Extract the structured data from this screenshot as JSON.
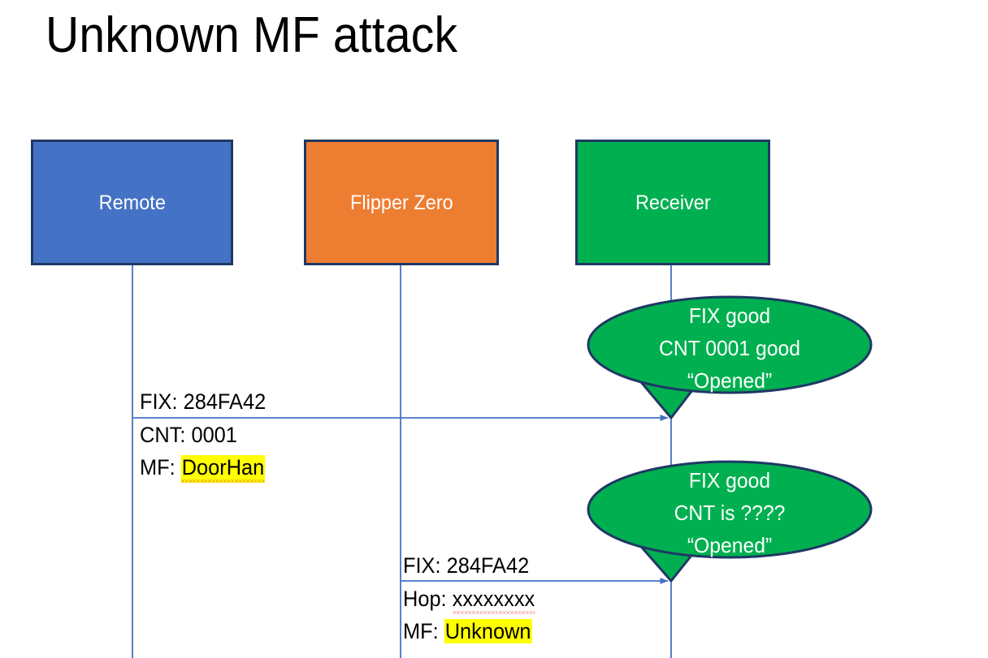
{
  "slide": {
    "title": "Unknown MF attack",
    "background": "#FFFFFF"
  },
  "colors": {
    "remote_fill": "#4472C4",
    "flipper_fill": "#ED7D31",
    "receiver_fill": "#00B050",
    "box_border": "#1F3864",
    "lifeline": "#4472C4",
    "arrow": "#4472C4",
    "highlight": "#FFFF00",
    "spellcheck_underline": "#E03A2F",
    "box_label_text": "#FFFFFF",
    "message_text": "#000000"
  },
  "actors": [
    {
      "id": "remote",
      "label": "Remote",
      "fill": "#4472C4"
    },
    {
      "id": "flipper",
      "label": "Flipper Zero",
      "fill": "#ED7D31"
    },
    {
      "id": "receiver",
      "label": "Receiver",
      "fill": "#00B050"
    }
  ],
  "messages": [
    {
      "id": "message-1",
      "from": "Remote",
      "to": "Receiver",
      "label_above": "FIX: 284FA42",
      "label_below_line1_prefix": "CNT: ",
      "label_below_line1_value": "0001",
      "label_below_line2_prefix": "MF: ",
      "label_below_line2_value": "DoorHan",
      "label_below_line2_highlighted": "yes"
    },
    {
      "id": "message-2",
      "from": "Flipper Zero",
      "to": "Receiver",
      "label_above": "FIX: 284FA42",
      "label_below_line1_prefix": "Hop: ",
      "label_below_line1_value": "xxxxxxxx",
      "label_below_line2_prefix": "MF: ",
      "label_below_line2_value": "Unknown",
      "label_below_line2_highlighted": "yes"
    }
  ],
  "bubbles": [
    {
      "id": "bubble-1",
      "owner": "Receiver",
      "line1": "FIX good",
      "line2": "CNT 0001 good",
      "line3": "“Opened”"
    },
    {
      "id": "bubble-2",
      "owner": "Receiver",
      "line1": "FIX good",
      "line2": "CNT is ????",
      "line3": "“Opened”"
    }
  ]
}
